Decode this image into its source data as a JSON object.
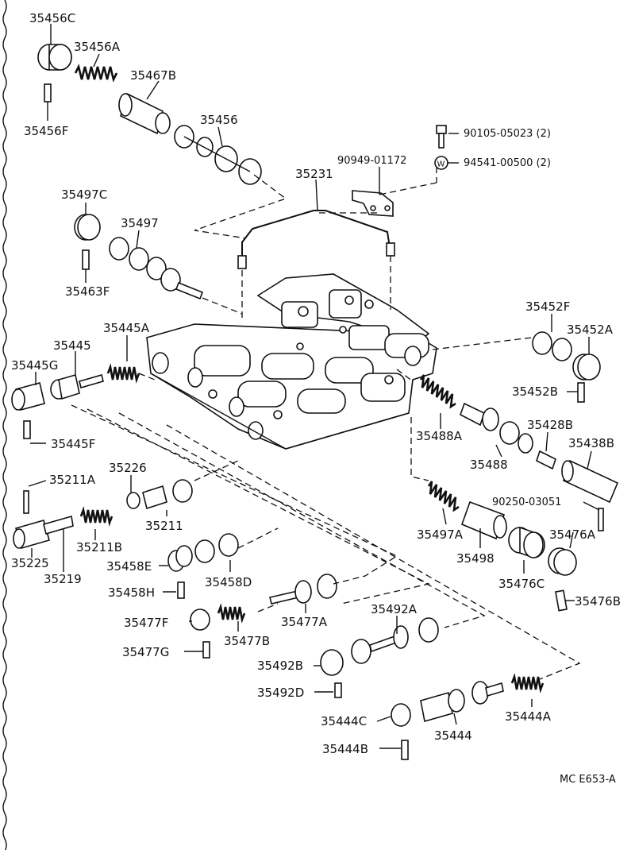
{
  "diagram": {
    "code": "MC E653-A",
    "labels": [
      {
        "id": "l1",
        "text": "35456C"
      },
      {
        "id": "l2",
        "text": "35456A"
      },
      {
        "id": "l3",
        "text": "35467B"
      },
      {
        "id": "l4",
        "text": "35456F"
      },
      {
        "id": "l5",
        "text": "35456"
      },
      {
        "id": "l6",
        "text": "90105-05023 (2)"
      },
      {
        "id": "l7",
        "text": "90949-01172"
      },
      {
        "id": "l8",
        "text": "94541-00500 (2)"
      },
      {
        "id": "l9",
        "text": "35231"
      },
      {
        "id": "l10",
        "text": "35497C"
      },
      {
        "id": "l11",
        "text": "35497"
      },
      {
        "id": "l12",
        "text": "35463F"
      },
      {
        "id": "l13",
        "text": "35452F"
      },
      {
        "id": "l14",
        "text": "35452A"
      },
      {
        "id": "l15",
        "text": "35445A"
      },
      {
        "id": "l16",
        "text": "35445"
      },
      {
        "id": "l17",
        "text": "35445G"
      },
      {
        "id": "l18",
        "text": "35452B"
      },
      {
        "id": "l19",
        "text": "35428B"
      },
      {
        "id": "l20",
        "text": "35445F"
      },
      {
        "id": "l21",
        "text": "35488A"
      },
      {
        "id": "l22",
        "text": "35488"
      },
      {
        "id": "l23",
        "text": "35438B"
      },
      {
        "id": "l24",
        "text": "35211A"
      },
      {
        "id": "l25",
        "text": "35226"
      },
      {
        "id": "l26",
        "text": "90250-03051"
      },
      {
        "id": "l27",
        "text": "35211"
      },
      {
        "id": "l28",
        "text": "35497A"
      },
      {
        "id": "l29",
        "text": "35476A"
      },
      {
        "id": "l30",
        "text": "35211B"
      },
      {
        "id": "l31",
        "text": "35225"
      },
      {
        "id": "l32",
        "text": "35219"
      },
      {
        "id": "l33",
        "text": "35458E"
      },
      {
        "id": "l34",
        "text": "35498"
      },
      {
        "id": "l35",
        "text": "35458D"
      },
      {
        "id": "l36",
        "text": "35476C"
      },
      {
        "id": "l37",
        "text": "35476B"
      },
      {
        "id": "l38",
        "text": "35458H"
      },
      {
        "id": "l39",
        "text": "35492A"
      },
      {
        "id": "l40",
        "text": "35477F"
      },
      {
        "id": "l41",
        "text": "35477A"
      },
      {
        "id": "l42",
        "text": "35477B"
      },
      {
        "id": "l43",
        "text": "35477G"
      },
      {
        "id": "l44",
        "text": "35492B"
      },
      {
        "id": "l45",
        "text": "35492D"
      },
      {
        "id": "l46",
        "text": "35444A"
      },
      {
        "id": "l47",
        "text": "35444C"
      },
      {
        "id": "l48",
        "text": "35444"
      },
      {
        "id": "l49",
        "text": "35444B"
      }
    ]
  }
}
